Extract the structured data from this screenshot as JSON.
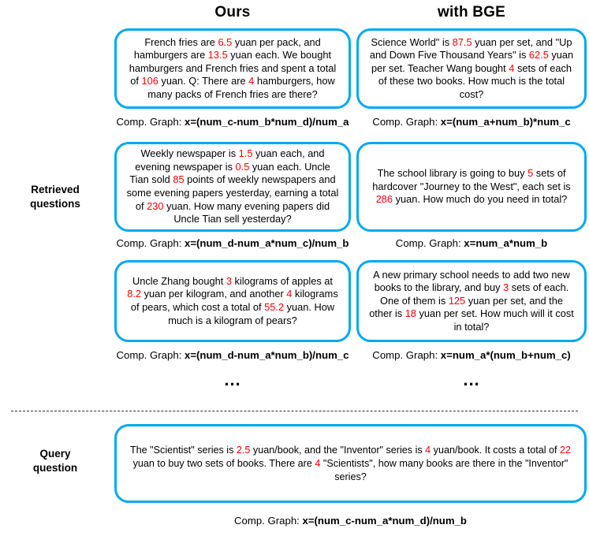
{
  "columns": {
    "left_header": "Ours",
    "right_header": "with BGE"
  },
  "sections": {
    "retrieved_label_line1": "Retrieved",
    "retrieved_label_line2": "questions",
    "query_label_line1": "Query",
    "query_label_line2": "question"
  },
  "comp_graph_label": "Comp. Graph: ",
  "ellipsis": "...",
  "colors": {
    "box_border": "#00A9ED",
    "number_highlight": "#ff0000",
    "text": "#000000",
    "background": "#ffffff"
  },
  "retrieved": [
    {
      "left": {
        "question_parts": [
          {
            "t": "French fries are ",
            "n": false
          },
          {
            "t": "6.5",
            "n": true
          },
          {
            "t": " yuan per pack, and hamburgers are ",
            "n": false
          },
          {
            "t": "13.5",
            "n": true
          },
          {
            "t": " yuan each. We bought hamburgers and French fries and spent a total of ",
            "n": false
          },
          {
            "t": "106",
            "n": true
          },
          {
            "t": " yuan. Q: There are ",
            "n": false
          },
          {
            "t": "4",
            "n": true
          },
          {
            "t": " hamburgers, how many packs of French fries are there?",
            "n": false
          }
        ],
        "comp_graph": "x=(num_c-num_b*num_d)/num_a"
      },
      "right": {
        "question_parts": [
          {
            "t": "Science World\" is ",
            "n": false
          },
          {
            "t": "87.5",
            "n": true
          },
          {
            "t": " yuan per set, and \"Up and Down Five Thousand Years\" is ",
            "n": false
          },
          {
            "t": "62.5",
            "n": true
          },
          {
            "t": " yuan per set. Teacher Wang bought ",
            "n": false
          },
          {
            "t": "4",
            "n": true
          },
          {
            "t": " sets of each of these two books. How much is the total cost?",
            "n": false
          }
        ],
        "comp_graph": "x=(num_a+num_b)*num_c"
      }
    },
    {
      "left": {
        "question_parts": [
          {
            "t": "Weekly newspaper is ",
            "n": false
          },
          {
            "t": "1.5",
            "n": true
          },
          {
            "t": " yuan each, and evening newspaper is ",
            "n": false
          },
          {
            "t": "0.5",
            "n": true
          },
          {
            "t": " yuan each. Uncle Tian sold ",
            "n": false
          },
          {
            "t": "85",
            "n": true
          },
          {
            "t": " points of weekly newspapers and some evening papers yesterday, earning a total of ",
            "n": false
          },
          {
            "t": "230",
            "n": true
          },
          {
            "t": " yuan. How many evening papers did Uncle Tian sell yesterday?",
            "n": false
          }
        ],
        "comp_graph": "x=(num_d-num_a*num_c)/num_b"
      },
      "right": {
        "question_parts": [
          {
            "t": "The school library is going to buy ",
            "n": false
          },
          {
            "t": "5",
            "n": true
          },
          {
            "t": " sets of hardcover \"Journey to the West\", each set is ",
            "n": false
          },
          {
            "t": "286",
            "n": true
          },
          {
            "t": " yuan. How much do you need in total?",
            "n": false
          }
        ],
        "comp_graph": "x=num_a*num_b"
      }
    },
    {
      "left": {
        "question_parts": [
          {
            "t": "Uncle Zhang bought ",
            "n": false
          },
          {
            "t": "3",
            "n": true
          },
          {
            "t": " kilograms of apples at ",
            "n": false
          },
          {
            "t": "8.2",
            "n": true
          },
          {
            "t": " yuan per kilogram, and another ",
            "n": false
          },
          {
            "t": "4",
            "n": true
          },
          {
            "t": " kilograms of pears, which cost a total of ",
            "n": false
          },
          {
            "t": "55.2",
            "n": true
          },
          {
            "t": " yuan. How much is a kilogram of pears?",
            "n": false
          }
        ],
        "comp_graph": "x=(num_d-num_a*num_b)/num_c"
      },
      "right": {
        "question_parts": [
          {
            "t": "A new primary school needs to add two new books to the library, and buy ",
            "n": false
          },
          {
            "t": "3",
            "n": true
          },
          {
            "t": " sets of each. One of them is ",
            "n": false
          },
          {
            "t": "125",
            "n": true
          },
          {
            "t": " yuan per set, and the other is ",
            "n": false
          },
          {
            "t": "18",
            "n": true
          },
          {
            "t": " yuan per set. How much will it cost in total?",
            "n": false
          }
        ],
        "comp_graph": "x=num_a*(num_b+num_c)"
      }
    }
  ],
  "query": {
    "question_parts": [
      {
        "t": "The \"Scientist\" series is ",
        "n": false
      },
      {
        "t": "2.5",
        "n": true
      },
      {
        "t": " yuan/book, and the \"Inventor\" series is ",
        "n": false
      },
      {
        "t": "4",
        "n": true
      },
      {
        "t": " yuan/book. It costs a total of ",
        "n": false
      },
      {
        "t": "22",
        "n": true
      },
      {
        "t": " yuan to buy two sets of books. There are ",
        "n": false
      },
      {
        "t": "4",
        "n": true
      },
      {
        "t": " \"Scientists\", how many books are there in the \"Inventor\" series?",
        "n": false
      }
    ],
    "comp_graph": "x=(num_c-num_a*num_d)/num_b"
  }
}
